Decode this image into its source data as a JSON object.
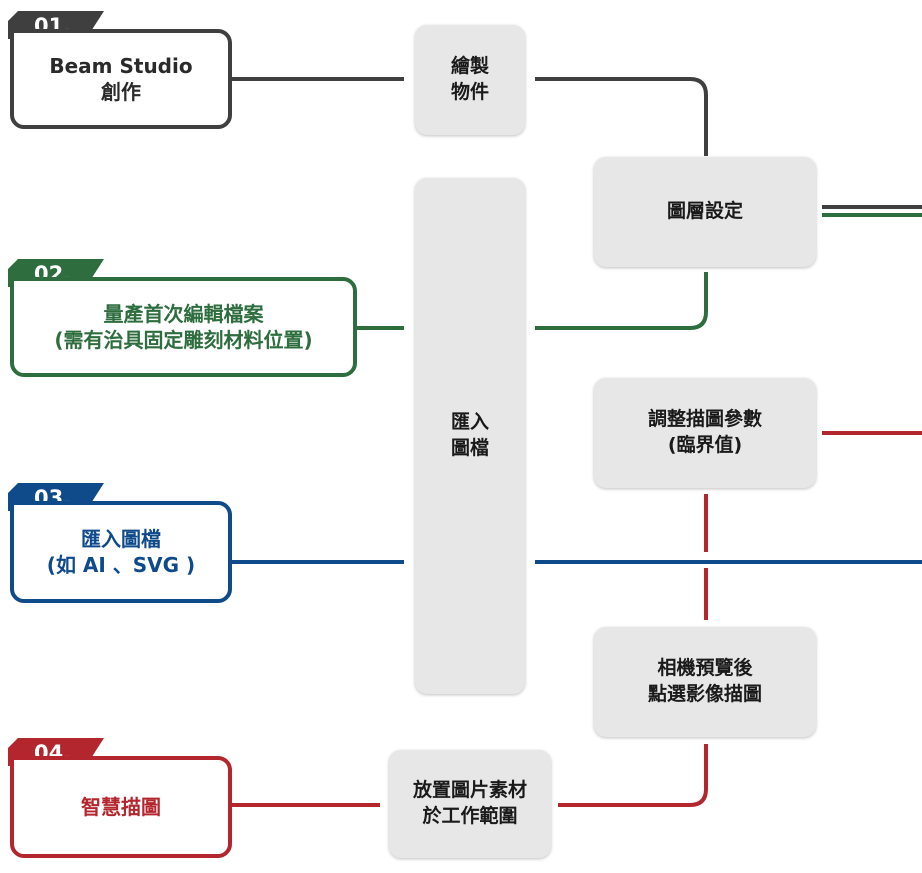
{
  "colors": {
    "gray": "#3f3f3f",
    "green": "#2e6e3e",
    "blue": "#0f4a8a",
    "red": "#b3262e",
    "step_bg": "#e7e7e7"
  },
  "sources": [
    {
      "id": "src-1",
      "number": "01.",
      "lines": [
        "Beam Studio",
        "創作"
      ],
      "color": "gray"
    },
    {
      "id": "src-2",
      "number": "02.",
      "lines": [
        "量產首次編輯檔案",
        "(需有治具固定雕刻材料位置)"
      ],
      "color": "green"
    },
    {
      "id": "src-3",
      "number": "03.",
      "lines": [
        "匯入圖檔",
        "(如 AI 、SVG )"
      ],
      "color": "blue"
    },
    {
      "id": "src-4",
      "number": "04.",
      "lines": [
        "智慧描圖"
      ],
      "color": "red"
    }
  ],
  "steps": {
    "draw": [
      "繪製",
      "物件"
    ],
    "import": [
      "匯入",
      "圖檔"
    ],
    "layer": [
      "圖層設定"
    ],
    "trace": [
      "調整描圖參數",
      "(臨界值)"
    ],
    "camera": [
      "相機預覽後",
      "點選影像描圖"
    ],
    "place": [
      "放置圖片素材",
      "於工作範圍"
    ]
  }
}
